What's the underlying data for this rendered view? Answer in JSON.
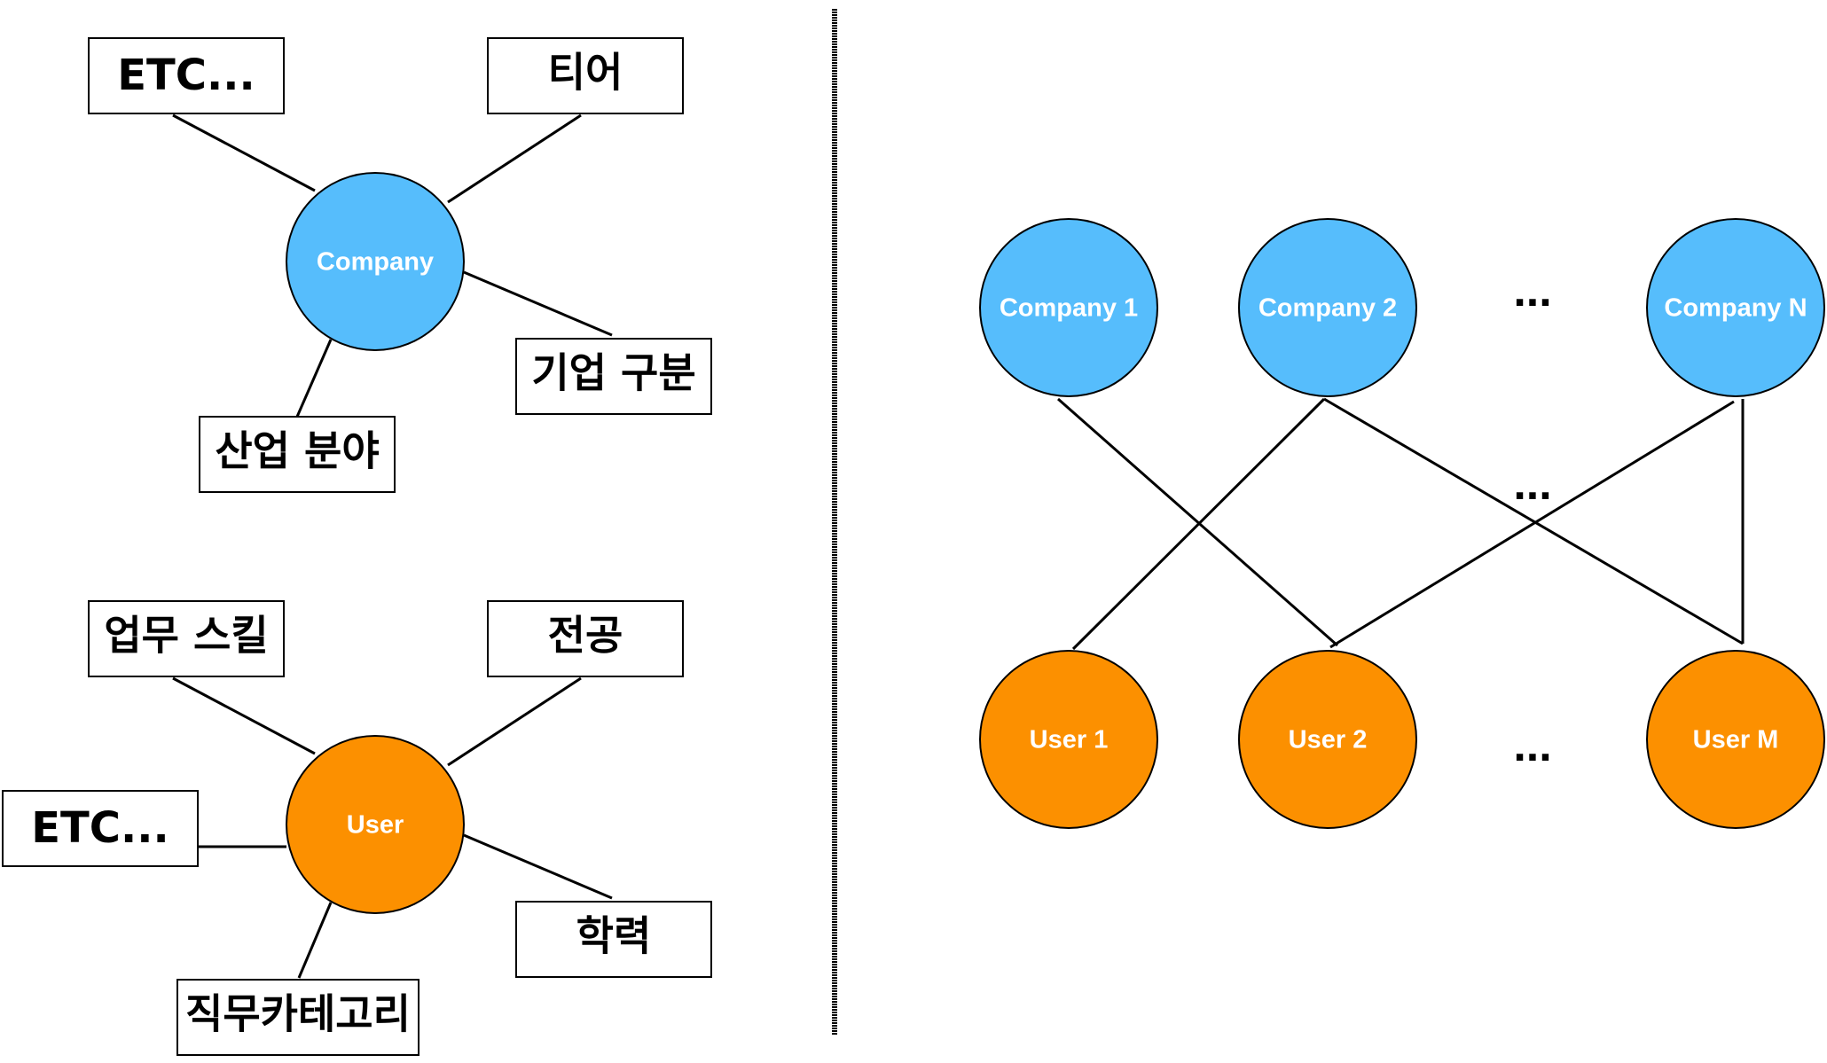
{
  "colors": {
    "company": "#56BDFC",
    "user": "#FC9000",
    "edge": "#000000",
    "box_fill": "#FFFFFF",
    "node_text": "#FFFFFF"
  },
  "left": {
    "company": {
      "label": "Company",
      "attributes": [
        "ETC...",
        "티어",
        "기업 구분",
        "산업 분야"
      ]
    },
    "user": {
      "label": "User",
      "attributes": [
        "업무 스킬",
        "전공",
        "ETC...",
        "학력",
        "직무카테고리"
      ]
    }
  },
  "right": {
    "companies": [
      "Company 1",
      "Company 2",
      "Company N"
    ],
    "users": [
      "User 1",
      "User 2",
      "User M"
    ],
    "ellipses": [
      "...",
      "...",
      "..."
    ],
    "edges": [
      [
        "Company 1",
        "User 2"
      ],
      [
        "Company 2",
        "User 1"
      ],
      [
        "Company 2",
        "User M"
      ],
      [
        "Company N",
        "User 2"
      ],
      [
        "Company N",
        "User M"
      ]
    ]
  }
}
